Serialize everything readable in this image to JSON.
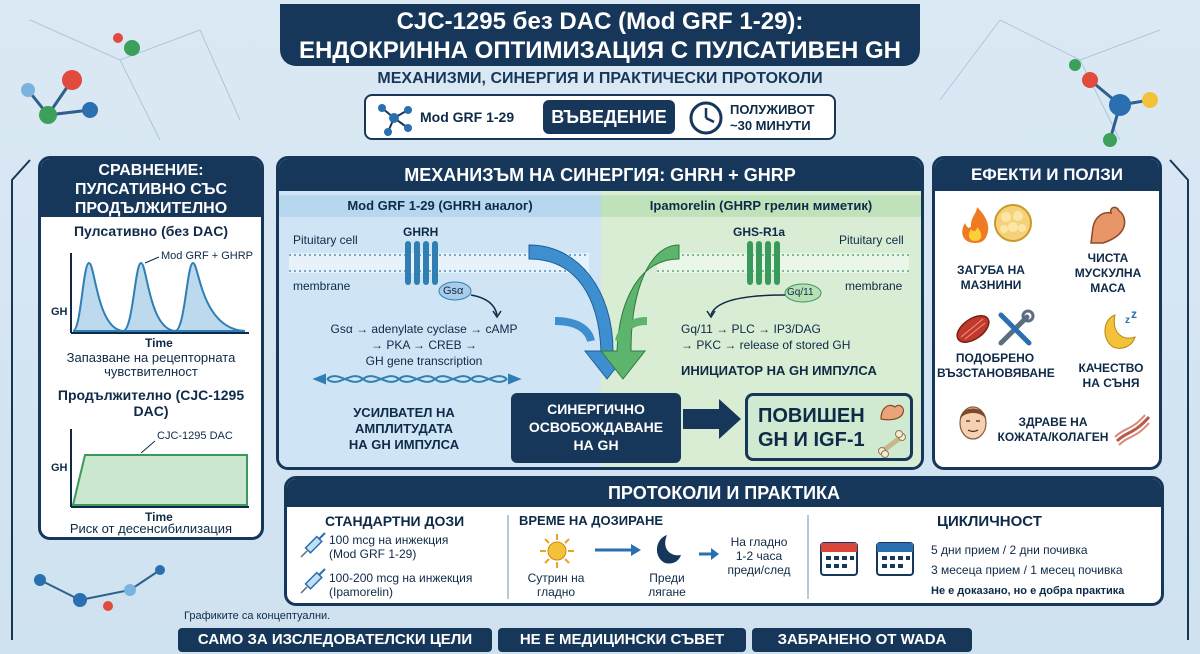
{
  "header": {
    "title_line1": "CJC-1295 без  DAC (Mod GRF 1-29):",
    "title_line2": "ЕНДОКРИННА ОПТИМИЗАЦИЯ С ПУЛСАТИВЕН GH",
    "subtitle": "МЕХАНИЗМИ, СИНЕРГИЯ И ПРАКТИЧЕСКИ ПРОТОКОЛИ"
  },
  "intro": {
    "molecule_label": "Mod GRF 1-29",
    "section_label": "ВЪВЕДЕНИЕ",
    "halflife_line1": "ПОЛУЖИВОТ",
    "halflife_line2": "~30 МИНУТИ"
  },
  "comparison": {
    "heading_line1": "СРАВНЕНИЕ:",
    "heading_line2": "ПУЛСАТИВНО СЪС",
    "heading_line3": "ПРОДЪЛЖИТЕЛНО",
    "pulsatile": {
      "title": "Пулсативно (без DAC)",
      "series_label": "Mod GRF + GHRP",
      "ylabel": "GH",
      "xlabel": "Time",
      "note_line1": "Запазване на рецепторната",
      "note_line2": "чувствителност"
    },
    "continuous": {
      "title_line1": "Продължително (CJC-1295",
      "title_line2": "DAC)",
      "series_label": "CJC-1295 DAC",
      "ylabel": "GH",
      "xlabel": "Time",
      "note": "Риск от десенсибилизация"
    }
  },
  "mechanism": {
    "heading": "МЕХАНИЗЪМ НА СИНЕРГИЯ: GHRH + GHRP",
    "left": {
      "title": "Mod GRF 1-29 (GHRH аналог)",
      "cell_label": "Pituitary cell",
      "membrane_label": "membrane",
      "receptor_label": "GHRH",
      "protein_label": "Gsα",
      "pathway_line1": "Gsα → adenylate cyclase → cAMP",
      "pathway_line2": "→ PKA → CREB →",
      "pathway_line3": "GH gene transcription",
      "role_line1": "УСИЛВАТЕЛ НА",
      "role_line2": "АМПЛИТУДАТА",
      "role_line3": "НА GH ИМПУЛСА"
    },
    "right": {
      "title": "Ipamorelin (GHRP грелин миметик)",
      "cell_label": "Pituitary cell",
      "membrane_label": "membrane",
      "receptor_label": "GHS-R1a",
      "protein_label": "Gq/11",
      "pathway_line1": "Gq/11 → PLC → IP3/DAG",
      "pathway_line2": "→ PKC → release of stored GH",
      "role": "ИНИЦИАТОР НА GH ИМПУЛСА"
    },
    "synergy_line1": "СИНЕРГИЧНО",
    "synergy_line2": "ОСВОБОЖДАВАНЕ",
    "synergy_line3": "НА GH",
    "result_line1": "ПОВИШЕН",
    "result_line2": "GH И IGF-1"
  },
  "effects": {
    "heading": "ЕФЕКТИ И ПОЛЗИ",
    "items": [
      {
        "line1": "ЗАГУБА НА",
        "line2": "МАЗНИНИ"
      },
      {
        "line1": "ЧИСТА",
        "line2": "МУСКУЛНА",
        "line3": "МАСА"
      },
      {
        "line1": "ПОДОБРЕНО",
        "line2": "ВЪЗСТАНОВЯВАНЕ"
      },
      {
        "line1": "КАЧЕСТВО",
        "line2": "НА СЪНЯ"
      },
      {
        "line1": "ЗДРАВЕ НА",
        "line2": "КОЖАТА/КОЛАГЕН"
      }
    ]
  },
  "protocols": {
    "heading": "ПРОТОКОЛИ И ПРАКТИКА",
    "doses": {
      "heading": "СТАНДАРТНИ ДОЗИ",
      "dose1_line1": "100 mcg на инжекция",
      "dose1_line2": "(Mod GRF 1-29)",
      "dose2_line1": "100-200 mcg на инжекция",
      "dose2_line2": "(Ipamorelin)"
    },
    "timing": {
      "heading": "ВРЕМЕ НА ДОЗИРАНЕ",
      "morning_line1": "Сутрин на",
      "morning_line2": "гладно",
      "night_line1": "Преди",
      "night_line2": "лягане",
      "fasting_line1": "На гладно",
      "fasting_line2": "1-2 часа",
      "fasting_line3": "преди/след"
    },
    "cycling": {
      "heading": "ЦИКЛИЧНОСТ",
      "line1": "5 дни прием / 2 дни почивка",
      "line2": "3 месеца прием / 1 месец почивка",
      "note": "Не е доказано, но е добра практика"
    }
  },
  "disclaimer": "Графиките са концептуални.",
  "footer": {
    "research": "САМО ЗА ИЗСЛЕДОВАТЕЛСКИ ЦЕЛИ",
    "medical": "НЕ Е МЕДИЦИНСКИ СЪВЕТ",
    "wada": "ЗАБРАНЕНО ОТ WADA"
  },
  "colors": {
    "navy": "#17375a",
    "blue_side": "#cfe5f6",
    "green_side": "#d8edd4",
    "curve_blue": "#2f7fb3",
    "curve_green": "#3a9a5c",
    "result_green": "#cfead0"
  }
}
